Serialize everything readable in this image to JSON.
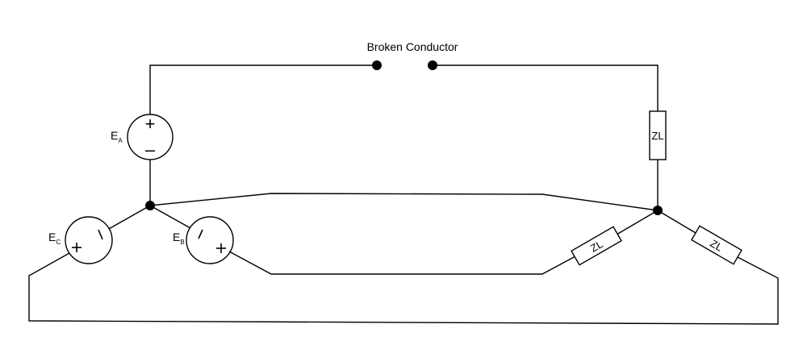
{
  "title": "Broken Conductor",
  "sources": {
    "a": {
      "name": "E",
      "sub": "A",
      "pos_sign": "+",
      "neg_sign": "–"
    },
    "b": {
      "name": "E",
      "sub": "B"
    },
    "c": {
      "name": "E",
      "sub": "C"
    }
  },
  "loads": {
    "a": "ZL",
    "b": "ZL",
    "c": "ZL"
  }
}
